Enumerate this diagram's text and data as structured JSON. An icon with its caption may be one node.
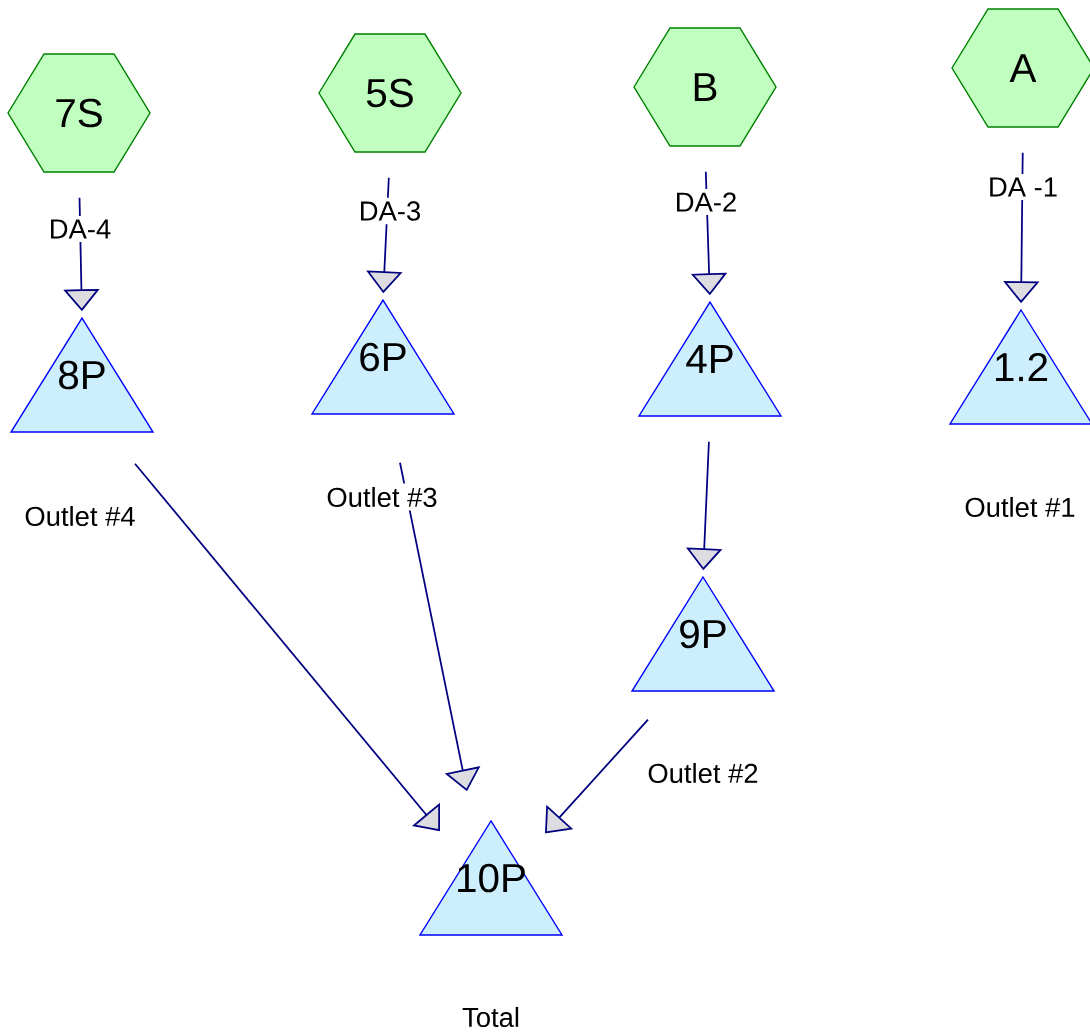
{
  "diagram": {
    "nodes": [
      {
        "text": [
          "7S"
        ],
        "beside": [
          "DA-4"
        ]
      },
      {
        "text": [
          "5S"
        ],
        "beside": [
          "DA-3"
        ]
      },
      {
        "text": [
          "B"
        ],
        "beside": [
          "DA-2"
        ]
      },
      {
        "text": [
          "A"
        ],
        "beside": [
          "DA -1"
        ]
      },
      {
        "text": [
          "8P"
        ],
        "beside": [
          "Outlet #4"
        ]
      },
      {
        "text": [
          "6P"
        ],
        "beside": [
          "Outlet #3"
        ]
      },
      {
        "text": [
          "4P"
        ]
      },
      {
        "text": [
          "1.2"
        ],
        "beside": [
          "Outlet #1"
        ]
      },
      {
        "text": [
          "9P"
        ],
        "beside": [
          "Outlet #2"
        ]
      },
      {
        "text": [
          "10P"
        ],
        "beside": [
          "Total"
        ]
      }
    ],
    "edges": [
      {
        "from": 0,
        "to": 4,
        "arrow": "to"
      },
      {
        "from": 1,
        "to": 5,
        "arrow": "to"
      },
      {
        "from": 2,
        "to": 6,
        "arrow": "to"
      },
      {
        "from": 3,
        "to": 7,
        "arrow": "to"
      },
      {
        "from": 6,
        "to": 8,
        "arrow": "to"
      },
      {
        "from": 4,
        "to": 9,
        "arrow": "to"
      },
      {
        "from": 5,
        "to": 9,
        "arrow": "to"
      },
      {
        "from": 8,
        "to": 9,
        "arrow": "to"
      }
    ]
  }
}
